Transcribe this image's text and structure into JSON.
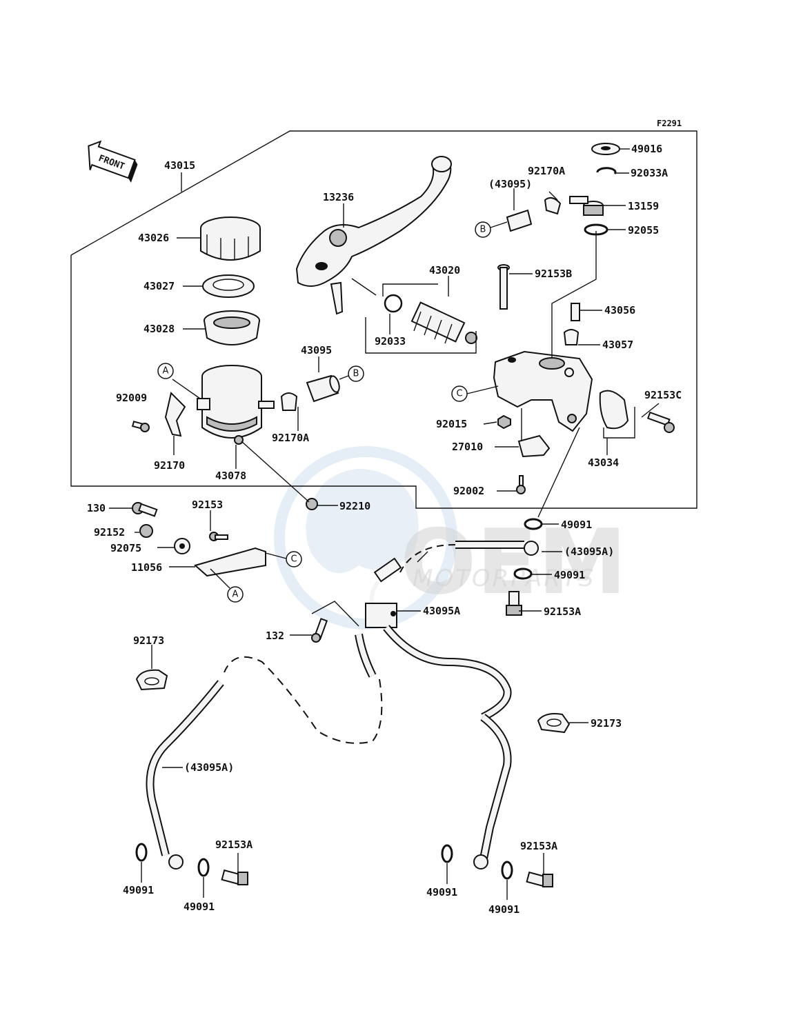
{
  "figure_code": "F2291",
  "front_label": "FRONT",
  "watermark": {
    "brand": "OEM",
    "sub": "MOTORPARTS",
    "color": "#8fb4d8"
  },
  "callouts": {
    "a": "A",
    "b": "B",
    "c": "C"
  },
  "labels": {
    "p43015": "43015",
    "p13236": "13236",
    "p43026": "43026",
    "p43027": "43027",
    "p43028": "43028",
    "p43020": "43020",
    "p92033": "92033",
    "p43095": "43095",
    "p43095_paren": "(43095)",
    "p92170A_top": "92170A",
    "p92170A": "92170A",
    "p92009": "92009",
    "p92170": "92170",
    "p43078": "43078",
    "p49016": "49016",
    "p92033A": "92033A",
    "p13159": "13159",
    "p92055": "92055",
    "p92153B": "92153B",
    "p43056": "43056",
    "p43057": "43057",
    "p92153C": "92153C",
    "p43034": "43034",
    "p92015": "92015",
    "p27010": "27010",
    "p92002": "92002",
    "p92210": "92210",
    "p130": "130",
    "p92153": "92153",
    "p92152": "92152",
    "p92075": "92075",
    "p11056": "11056",
    "p49091_a": "49091",
    "p43095A_paren": "(43095A)",
    "p49091_b": "49091",
    "p43095A": "43095A",
    "p92153A_mid": "92153A",
    "p132": "132",
    "p92173_left": "92173",
    "p92173_right": "92173",
    "p43095A_paren_low": "(43095A)",
    "p92153A_left": "92153A",
    "p49091_c": "49091",
    "p49091_d": "49091",
    "p92153A_right": "92153A",
    "p49091_e": "49091",
    "p49091_f": "49091"
  }
}
